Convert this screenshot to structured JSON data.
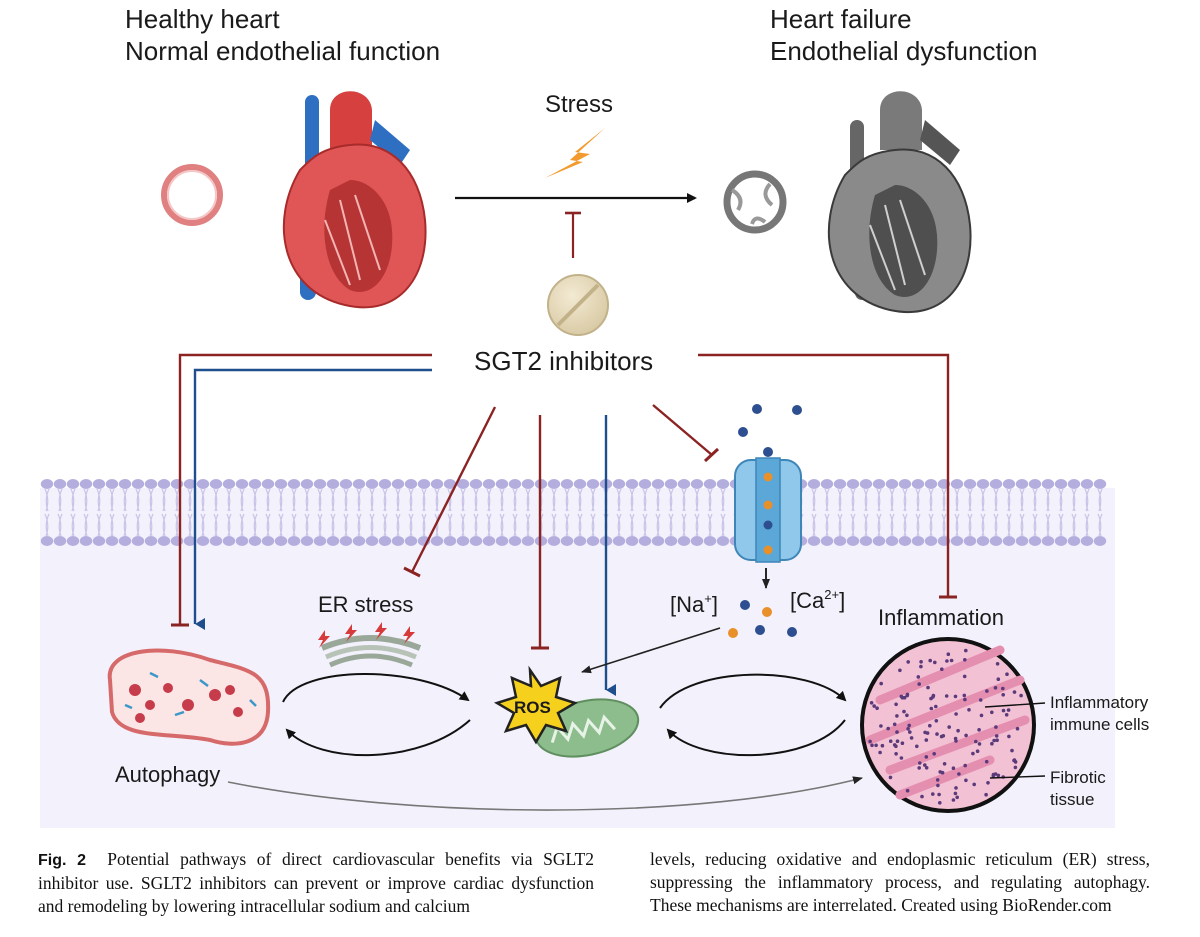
{
  "titles": {
    "healthy_line1": "Healthy heart",
    "healthy_line2": "Normal endothelial function",
    "failure_line1": "Heart failure",
    "failure_line2": "Endothelial dysfunction"
  },
  "labels": {
    "stress": "Stress",
    "inhibitors": "SGT2 inhibitors",
    "er_stress": "ER stress",
    "ros": "ROS",
    "na": "[Na",
    "na_sup": "+",
    "ca": "[Ca",
    "ca_sup": "2+",
    "bracket": "]",
    "inflammation": "Inflammation",
    "autophagy": "Autophagy",
    "immune_line1": "Inflammatory",
    "immune_line2": "immune cells",
    "fibrotic_line1": "Fibrotic",
    "fibrotic_line2": "tissue"
  },
  "colors": {
    "inhibit": "#8b2323",
    "activate": "#1f4e8c",
    "membrane_head": "#b3aede",
    "cytoplasm": "#f3f1fb",
    "heart_red": "#d6403f",
    "vessel_blue": "#2f6fc2"
  },
  "caption": {
    "fig_label": "Fig. 2",
    "left_text": "Potential pathways of direct cardiovascular benefits via SGLT2 inhibitor use. SGLT2 inhibitors can prevent or improve cardiac dysfunction and remodeling by lowering intracellular sodium and calcium",
    "right_text": "levels, reducing oxidative and endoplasmic reticulum (ER) stress, suppressing the inflammatory process, and regulating autophagy. These mechanisms are interrelated. Created using BioRender.com"
  }
}
